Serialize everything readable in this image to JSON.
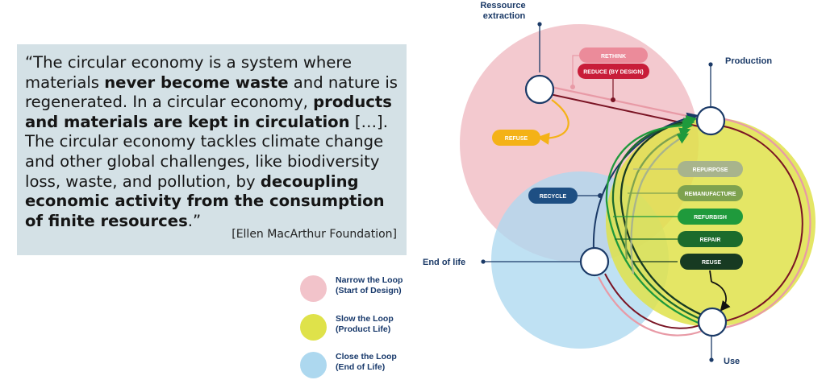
{
  "quote": {
    "segments": [
      {
        "text": "“The circular economy is a system where materials ",
        "bold": false
      },
      {
        "text": "never become waste",
        "bold": true
      },
      {
        "text": " and nature is regenerated. In a circular economy, ",
        "bold": false
      },
      {
        "text": "products and materials are kept in circulation",
        "bold": true
      },
      {
        "text": " […]. The circular economy tackles climate change and other global challenges, like biodiversity loss, waste, and pollution, by ",
        "bold": false
      },
      {
        "text": "decoupling economic activity from the consumption of finite resources",
        "bold": true
      },
      {
        "text": ".”",
        "bold": false
      }
    ],
    "source": "[Ellen MacArthur Foundation]"
  },
  "legend": [
    {
      "label": "Narrow the Loop\n(Start of Design)",
      "color": "#f2c3ca"
    },
    {
      "label": "Slow the Loop\n(Product Life)",
      "color": "#dfe24a"
    },
    {
      "label": "Close the Loop\n(End of Life)",
      "color": "#add8ef"
    }
  ],
  "diagram": {
    "stages": {
      "extraction": "Ressource\nextraction",
      "production": "Production",
      "end_of_life": "End of life",
      "use": "Use"
    },
    "strategies": {
      "rethink": {
        "label": "RETHINK",
        "color": "#eb8b9a"
      },
      "reduce": {
        "label": "REDUCE (BY DESIGN)",
        "color": "#c81d39"
      },
      "refuse": {
        "label": "REFUSE",
        "color": "#f4b217"
      },
      "recycle": {
        "label": "RECYCLE",
        "color": "#1e4f83"
      },
      "repurpose": {
        "label": "REPURPOSE",
        "color": "#a8b48c"
      },
      "remanufacture": {
        "label": "REMANUFACTURE",
        "color": "#7ea24f"
      },
      "refurbish": {
        "label": "REFURBISH",
        "color": "#1f9a3c"
      },
      "repair": {
        "label": "REPAIR",
        "color": "#1c6b2c"
      },
      "reuse": {
        "label": "REUSE",
        "color": "#173a22"
      }
    },
    "colors": {
      "narrow_zone": "#f2c3ca",
      "slow_zone": "#dfe24a",
      "close_zone": "#add8ef",
      "navy": "#1b3a67",
      "dark_red": "#7a1424"
    }
  }
}
